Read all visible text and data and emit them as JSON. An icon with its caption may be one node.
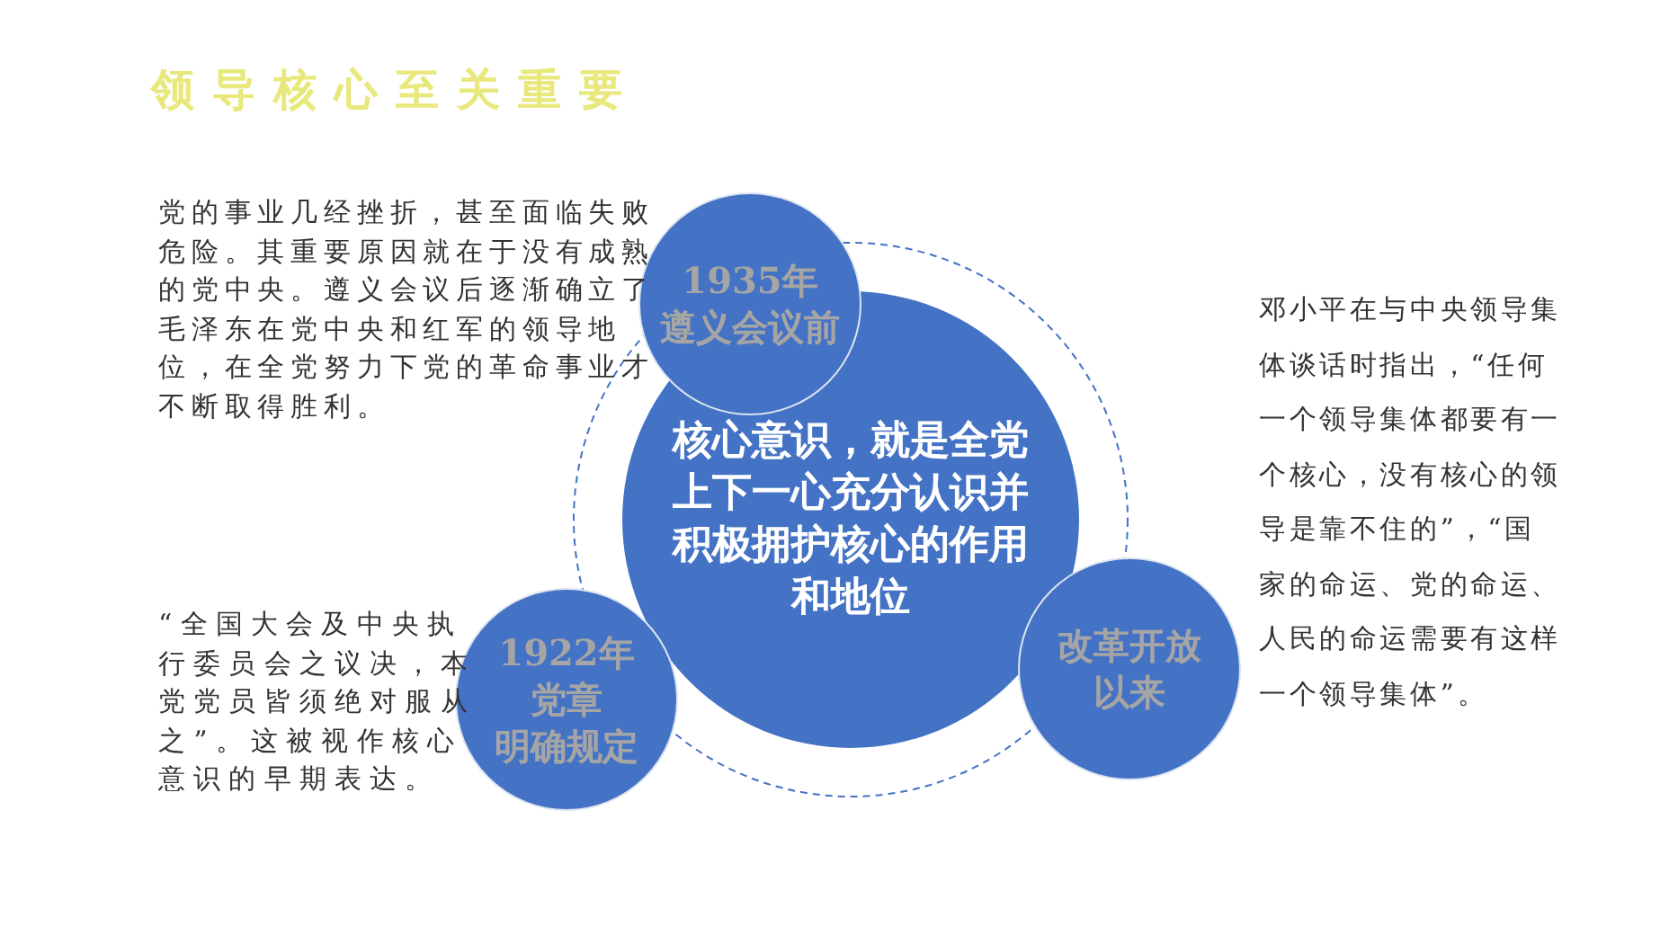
{
  "diagram": {
    "title": "领导核心至关重要",
    "nodes": [
      {
        "text": [
          "1935年遵义会议前"
        ]
      },
      {
        "text": [
          "核心意识，就是全党上下一心充分认识并积极拥护核心的作用和地位"
        ]
      },
      {
        "text": [
          "1922年党章明确规定"
        ]
      },
      {
        "text": [
          "改革开放以来"
        ]
      }
    ],
    "labels": [
      "党的事业几经挫折，甚至面临失败危险。其重要原因就在于没有成熟的党中央。遵义会议后逐渐确立了毛泽东在党中央和红军的领导地位，在全党努力下党的革命事业才不断取得胜利。",
      "邓小平在与中央领导集体谈话时指出，“任何一个领导集体都要有一个核心，没有核心的领导是靠不住的”，“国家的命运、党的命运、人民的命运需要有这样一个领导集体”。",
      "“全国大会及中央执行委员会之议决，本党党员皆须绝对服从之”。这被视作核心意识的早期表达。"
    ]
  }
}
